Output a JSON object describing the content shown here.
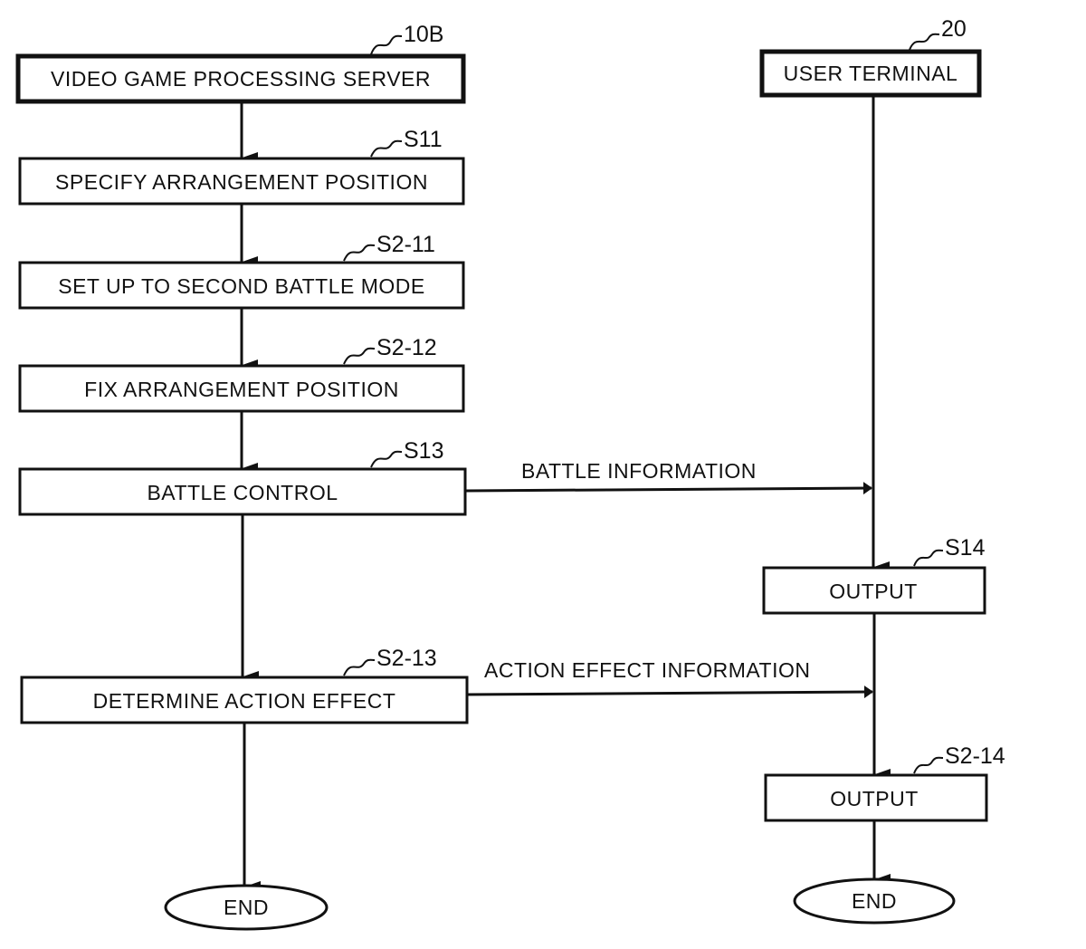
{
  "diagram": {
    "server": {
      "ref": "10B",
      "title": "VIDEO GAME PROCESSING SERVER",
      "steps": [
        {
          "ref": "S11",
          "label": "SPECIFY ARRANGEMENT POSITION"
        },
        {
          "ref": "S2-11",
          "label": "SET UP TO SECOND BATTLE MODE"
        },
        {
          "ref": "S2-12",
          "label": "FIX ARRANGEMENT POSITION"
        },
        {
          "ref": "S13",
          "label": "BATTLE CONTROL"
        },
        {
          "ref": "S2-13",
          "label": "DETERMINE ACTION EFFECT"
        }
      ],
      "end_label": "END"
    },
    "terminal": {
      "ref": "20",
      "title": "USER TERMINAL",
      "steps": [
        {
          "ref": "S14",
          "label": "OUTPUT"
        },
        {
          "ref": "S2-14",
          "label": "OUTPUT"
        }
      ],
      "end_label": "END"
    },
    "messages": [
      {
        "label": "BATTLE INFORMATION",
        "from": "S13",
        "to": "S14"
      },
      {
        "label": "ACTION EFFECT INFORMATION",
        "from": "S2-13",
        "to": "S2-14"
      }
    ]
  }
}
